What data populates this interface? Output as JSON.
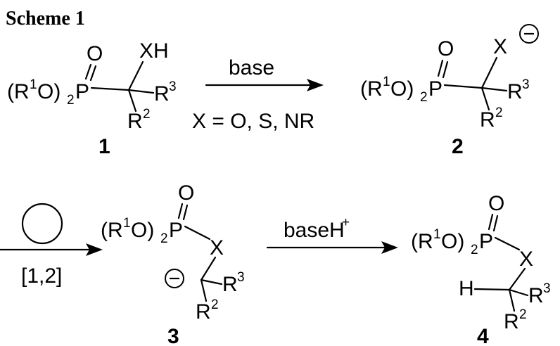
{
  "scheme_title": "Scheme 1",
  "text": {
    "R": "R",
    "O": "O",
    "O2": "O)",
    "P": "P",
    "X": "X",
    "XH": "XH",
    "H": "H",
    "one": "1",
    "two": "2",
    "three": "3",
    "open": "(",
    "minus": "−",
    "plus": "+"
  },
  "arrows": {
    "base": "base",
    "x_def": "X = O, S, NR",
    "rearr": "[1,2]",
    "baseH": "baseH"
  },
  "compounds": {
    "c1": "1",
    "c2": "2",
    "c3": "3",
    "c4": "4"
  }
}
